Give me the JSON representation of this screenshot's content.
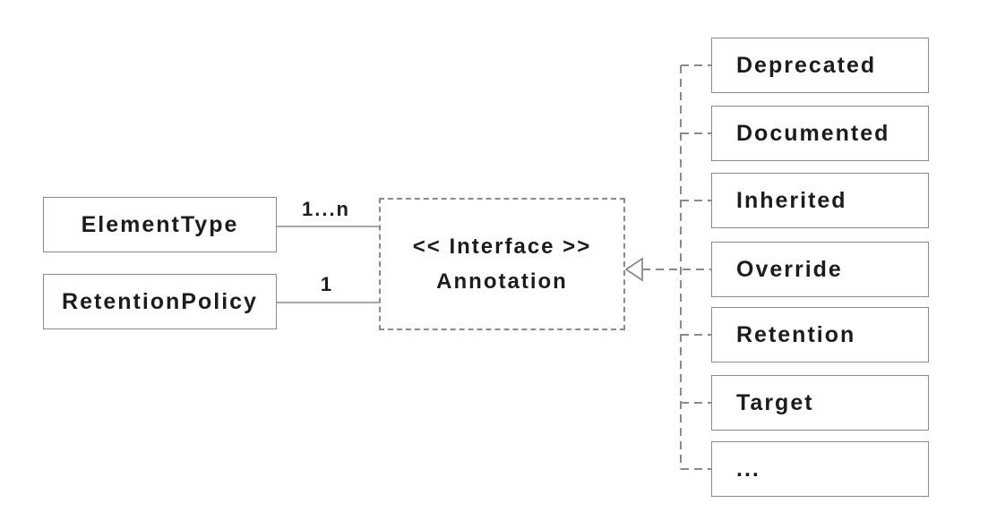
{
  "diagram": {
    "classes": [
      {
        "label": "ElementType"
      },
      {
        "label": "RetentionPolicy"
      }
    ],
    "interface": {
      "stereotype": "<< Interface >>",
      "name": "Annotation"
    },
    "implementations": [
      {
        "label": "Deprecated"
      },
      {
        "label": "Documented"
      },
      {
        "label": "Inherited"
      },
      {
        "label": "Override"
      },
      {
        "label": "Retention"
      },
      {
        "label": "Target"
      },
      {
        "label": "..."
      }
    ],
    "multiplicities": {
      "element_type_to_annotation": "1...n",
      "retention_policy_to_annotation": "1"
    },
    "colors": {
      "line": "#8a8a8a",
      "text": "#1c1c1c",
      "background": "#ffffff"
    }
  }
}
